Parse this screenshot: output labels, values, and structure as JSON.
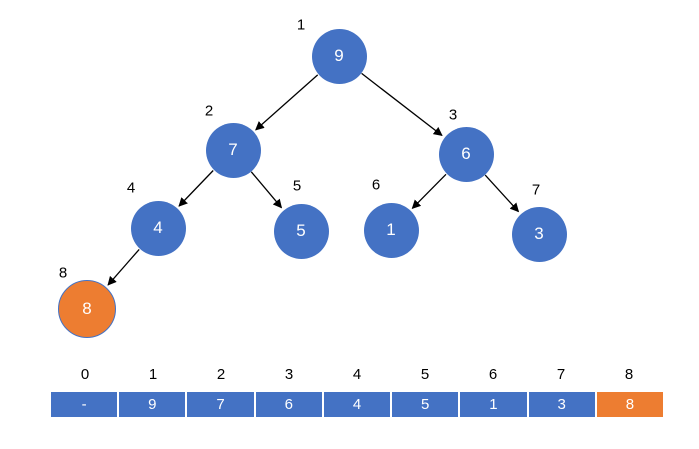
{
  "colors": {
    "node_fill": "#4472C4",
    "highlight_fill": "#ED7D31",
    "highlight_border": "#4472C4",
    "node_text": "#FFFFFF",
    "label_text": "#000000",
    "arrow": "#000000",
    "cell_text": "#FFFFFF",
    "cell_gap": "#FFFFFF"
  },
  "tree": {
    "nodes": [
      {
        "id": "n1",
        "position_label": "1",
        "value": "9",
        "state": "normal"
      },
      {
        "id": "n2",
        "position_label": "2",
        "value": "7",
        "state": "normal"
      },
      {
        "id": "n3",
        "position_label": "3",
        "value": "6",
        "state": "normal"
      },
      {
        "id": "n4",
        "position_label": "4",
        "value": "4",
        "state": "normal"
      },
      {
        "id": "n5",
        "position_label": "5",
        "value": "5",
        "state": "normal"
      },
      {
        "id": "n6",
        "position_label": "6",
        "value": "1",
        "state": "normal"
      },
      {
        "id": "n7",
        "position_label": "7",
        "value": "3",
        "state": "normal"
      },
      {
        "id": "n8",
        "position_label": "8",
        "value": "8",
        "state": "highlight"
      }
    ],
    "edges": [
      [
        "n1",
        "n2"
      ],
      [
        "n1",
        "n3"
      ],
      [
        "n2",
        "n4"
      ],
      [
        "n2",
        "n5"
      ],
      [
        "n3",
        "n6"
      ],
      [
        "n3",
        "n7"
      ],
      [
        "n4",
        "n8"
      ]
    ]
  },
  "array": {
    "index_labels": [
      "0",
      "1",
      "2",
      "3",
      "4",
      "5",
      "6",
      "7",
      "8"
    ],
    "cells": [
      {
        "value": "-",
        "state": "normal"
      },
      {
        "value": "9",
        "state": "normal"
      },
      {
        "value": "7",
        "state": "normal"
      },
      {
        "value": "6",
        "state": "normal"
      },
      {
        "value": "4",
        "state": "normal"
      },
      {
        "value": "5",
        "state": "normal"
      },
      {
        "value": "1",
        "state": "normal"
      },
      {
        "value": "3",
        "state": "normal"
      },
      {
        "value": "8",
        "state": "highlight"
      }
    ]
  }
}
